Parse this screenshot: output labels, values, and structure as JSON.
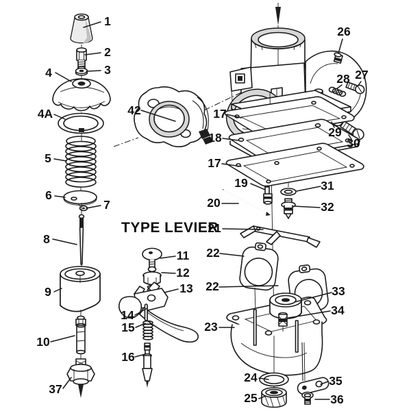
{
  "page": {
    "background": "#ffffff",
    "ink": "#1a1a1a"
  },
  "heading": "TYPE LEVIER",
  "callouts": [
    {
      "num": "1"
    },
    {
      "num": "2"
    },
    {
      "num": "3"
    },
    {
      "num": "4"
    },
    {
      "num": "4A"
    },
    {
      "num": "5"
    },
    {
      "num": "6"
    },
    {
      "num": "7"
    },
    {
      "num": "8"
    },
    {
      "num": "9"
    },
    {
      "num": "10"
    },
    {
      "num": "37"
    },
    {
      "num": "42"
    },
    {
      "num": "11"
    },
    {
      "num": "12"
    },
    {
      "num": "13"
    },
    {
      "num": "14"
    },
    {
      "num": "15"
    },
    {
      "num": "16"
    },
    {
      "num": "17"
    },
    {
      "num": "18"
    },
    {
      "num": "17"
    },
    {
      "num": "19"
    },
    {
      "num": "20"
    },
    {
      "num": "21"
    },
    {
      "num": "22"
    },
    {
      "num": "22"
    },
    {
      "num": "23"
    },
    {
      "num": "24"
    },
    {
      "num": "25"
    },
    {
      "num": "26"
    },
    {
      "num": "27"
    },
    {
      "num": "28"
    },
    {
      "num": "29"
    },
    {
      "num": "30"
    },
    {
      "num": "31"
    },
    {
      "num": "32"
    },
    {
      "num": "33"
    },
    {
      "num": "34"
    },
    {
      "num": "35"
    },
    {
      "num": "36"
    }
  ]
}
